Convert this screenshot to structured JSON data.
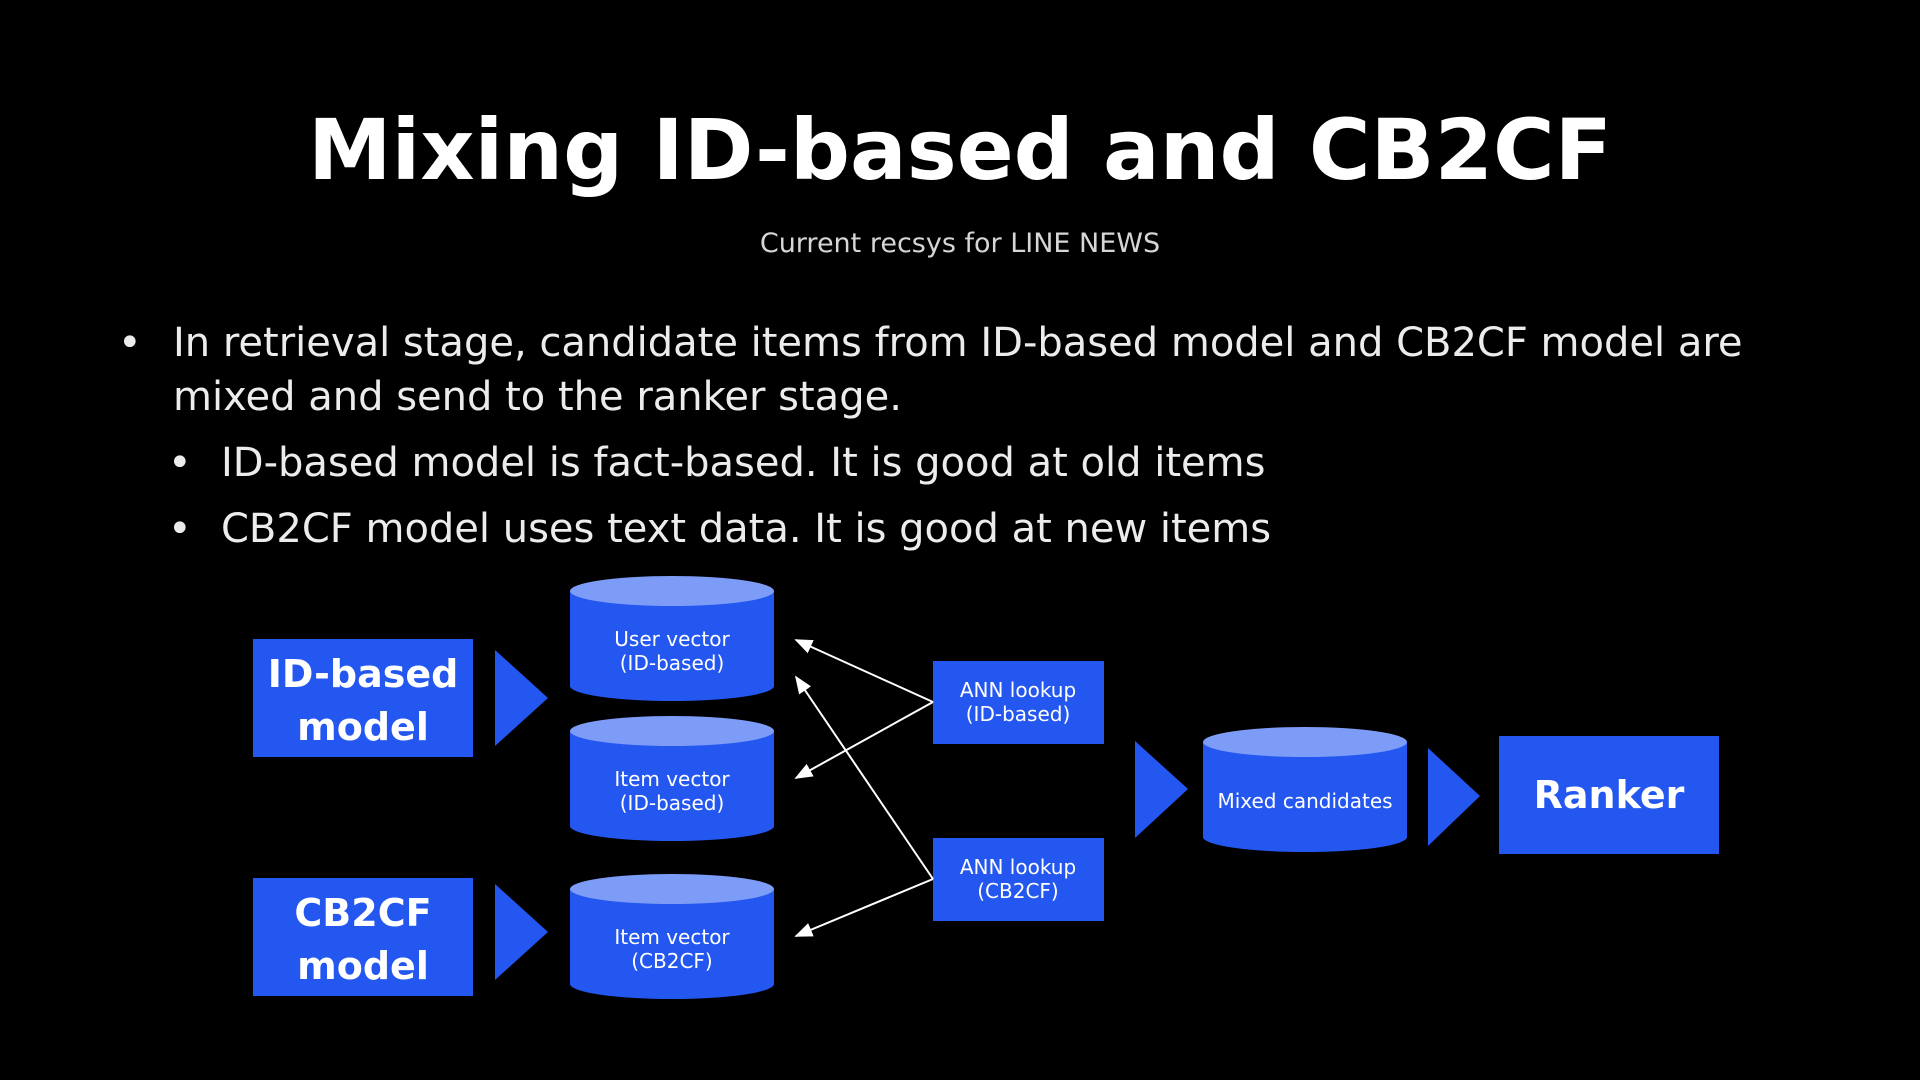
{
  "slide": {
    "title": "Mixing ID-based and CB2CF",
    "subtitle": "Current recsys for LINE NEWS",
    "bullets": {
      "main": "In retrieval stage, candidate items from ID-based model and CB2CF model are mixed and send to the ranker stage.",
      "sub": [
        "ID-based model is fact-based. It is good at old items",
        "CB2CF model uses text data. It is good at new items"
      ]
    }
  },
  "diagram": {
    "colors": {
      "box": "#2457f0",
      "cylinder_top": "#7d9cf7",
      "arrow": "#ffffff"
    },
    "models": {
      "id_based": [
        "ID-based",
        "model"
      ],
      "cb2cf": [
        "CB2CF",
        "model"
      ]
    },
    "vectors": {
      "user_id": [
        "User vector",
        "(ID-based)"
      ],
      "item_id": [
        "Item vector",
        "(ID-based)"
      ],
      "item_cb2cf": [
        "Item vector",
        "(CB2CF)"
      ]
    },
    "lookups": {
      "ann_id": [
        "ANN lookup",
        "(ID-based)"
      ],
      "ann_cb2cf": [
        "ANN lookup",
        "(CB2CF)"
      ]
    },
    "mixed": "Mixed candidates",
    "ranker": "Ranker"
  }
}
